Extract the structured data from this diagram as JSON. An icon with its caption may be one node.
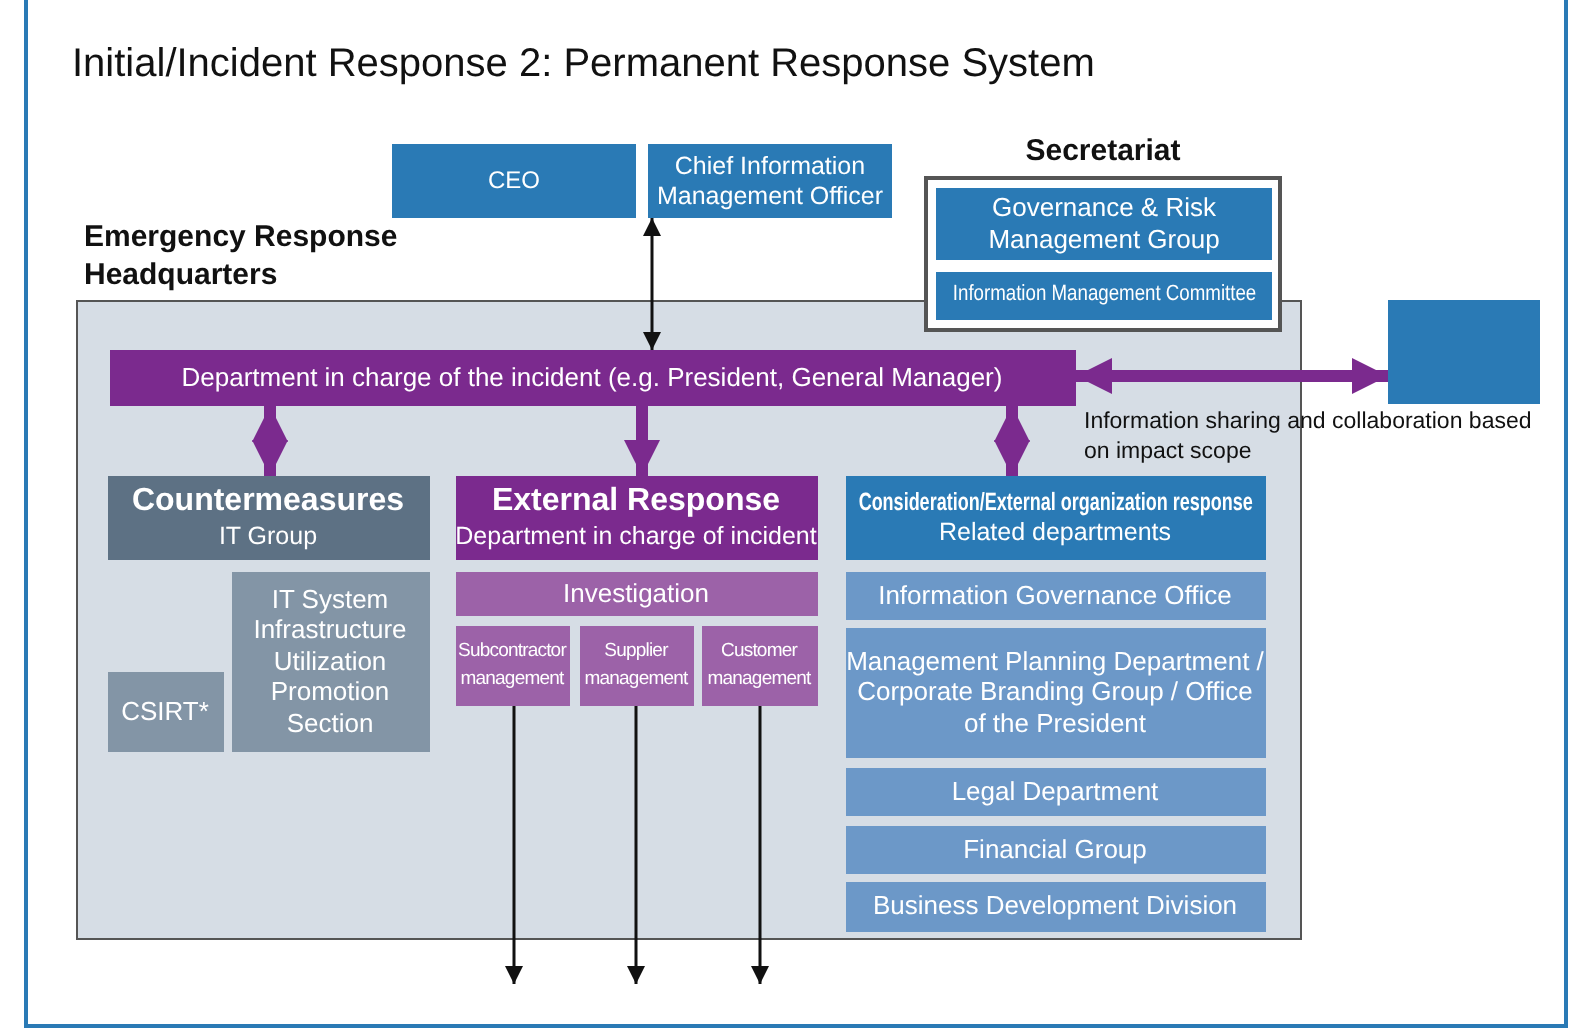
{
  "diagram": {
    "title": "Initial/Incident Response 2: Permanent Response System",
    "nodes": [
      {
        "text": [
          "CEO"
        ]
      },
      {
        "text": [
          "Chief Information Management Officer"
        ]
      },
      {
        "text": [
          "Secretariat"
        ]
      },
      {
        "text": [
          "Governance & Risk Management Group"
        ],
        "in": 2
      },
      {
        "text": [
          "Information Management Committee"
        ],
        "in": 2
      },
      {
        "text": [
          "Emergency Response Headquarters"
        ]
      },
      {
        "text": [
          "Department in charge of the incident (e.g. President, General Manager)"
        ],
        "in": 5
      },
      {
        "text": [
          "Countermeasures",
          "IT Group"
        ],
        "in": 5
      },
      {
        "text": [
          "CSIRT*"
        ],
        "in": 5
      },
      {
        "text": [
          "IT System Infrastructure Utilization Promotion Section"
        ],
        "in": 5
      },
      {
        "text": [
          "External Response",
          "Department in charge of incident"
        ],
        "in": 5
      },
      {
        "text": [
          "Investigation"
        ],
        "in": 5
      },
      {
        "text": [
          "Subcontractor management"
        ],
        "in": 5
      },
      {
        "text": [
          "Supplier management"
        ],
        "in": 5
      },
      {
        "text": [
          "Customer management"
        ],
        "in": 5
      },
      {
        "text": [
          "Consideration/External organization response",
          "Related departments"
        ],
        "in": 5
      },
      {
        "text": [
          "Information Governance Office"
        ],
        "in": 5
      },
      {
        "text": [
          "Management Planning Department / Corporate Branding Group / Office of the President"
        ],
        "in": 5
      },
      {
        "text": [
          "Legal Department"
        ],
        "in": 5
      },
      {
        "text": [
          "Financial Group"
        ],
        "in": 5
      },
      {
        "text": [
          "Business Development Division"
        ],
        "in": 5
      },
      {
        "text": [],
        "shape": "box"
      }
    ],
    "edges": [
      {
        "from": 1,
        "to": 6,
        "arrow": "both"
      },
      {
        "from": 6,
        "to": 7,
        "arrow": "both",
        "style": "thick",
        "color": "#7b2a8e"
      },
      {
        "from": 6,
        "to": 10,
        "arrow": "to",
        "style": "thick",
        "color": "#7b2a8e"
      },
      {
        "from": 6,
        "to": 15,
        "arrow": "both",
        "style": "thick",
        "color": "#7b2a8e"
      },
      {
        "from": 6,
        "to": 21,
        "arrow": "both",
        "style": "thick",
        "color": "#7b2a8e",
        "label": "Information sharing and collaboration based on impact scope"
      },
      {
        "from": 12,
        "to": null,
        "arrow": "to"
      },
      {
        "from": 13,
        "to": null,
        "arrow": "to"
      },
      {
        "from": 14,
        "to": null,
        "arrow": "to"
      }
    ]
  }
}
